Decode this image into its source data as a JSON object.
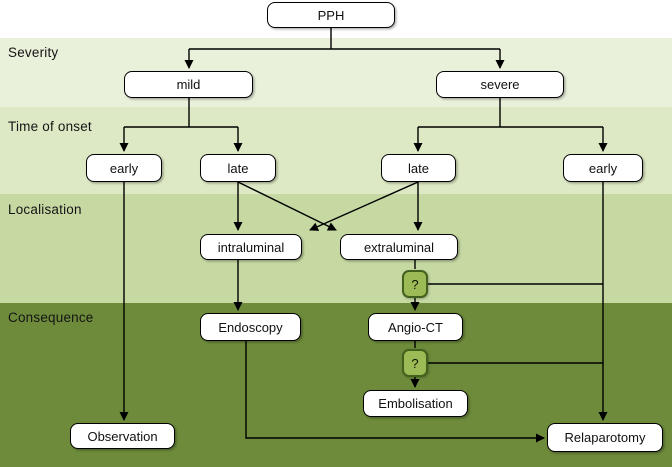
{
  "bands": {
    "severity": {
      "label": "Severity"
    },
    "time_of_onset": {
      "label": "Time of onset"
    },
    "localisation": {
      "label": "Localisation"
    },
    "consequence": {
      "label": "Consequence"
    }
  },
  "nodes": {
    "pph": {
      "label": "PPH"
    },
    "mild": {
      "label": "mild"
    },
    "severe": {
      "label": "severe"
    },
    "early_mild": {
      "label": "early"
    },
    "late_mild": {
      "label": "late"
    },
    "late_severe": {
      "label": "late"
    },
    "early_severe": {
      "label": "early"
    },
    "intraluminal": {
      "label": "intraluminal"
    },
    "extraluminal": {
      "label": "extraluminal"
    },
    "question_1": {
      "label": "?"
    },
    "endoscopy": {
      "label": "Endoscopy"
    },
    "angio_ct": {
      "label": "Angio-CT"
    },
    "question_2": {
      "label": "?"
    },
    "embolisation": {
      "label": "Embolisation"
    },
    "observation": {
      "label": "Observation"
    },
    "relaparotomy": {
      "label": "Relaparotomy"
    }
  },
  "colors": {
    "band_severity": "#e9f1db",
    "band_time_of_onset": "#dde9c4",
    "band_localisation": "#c6d9a3",
    "band_consequence": "#6d8b3b",
    "node_fill": "#ffffff",
    "node_border": "#000000",
    "decision_fill": "#9cba55",
    "decision_border": "#42611c",
    "connector": "#000000"
  }
}
